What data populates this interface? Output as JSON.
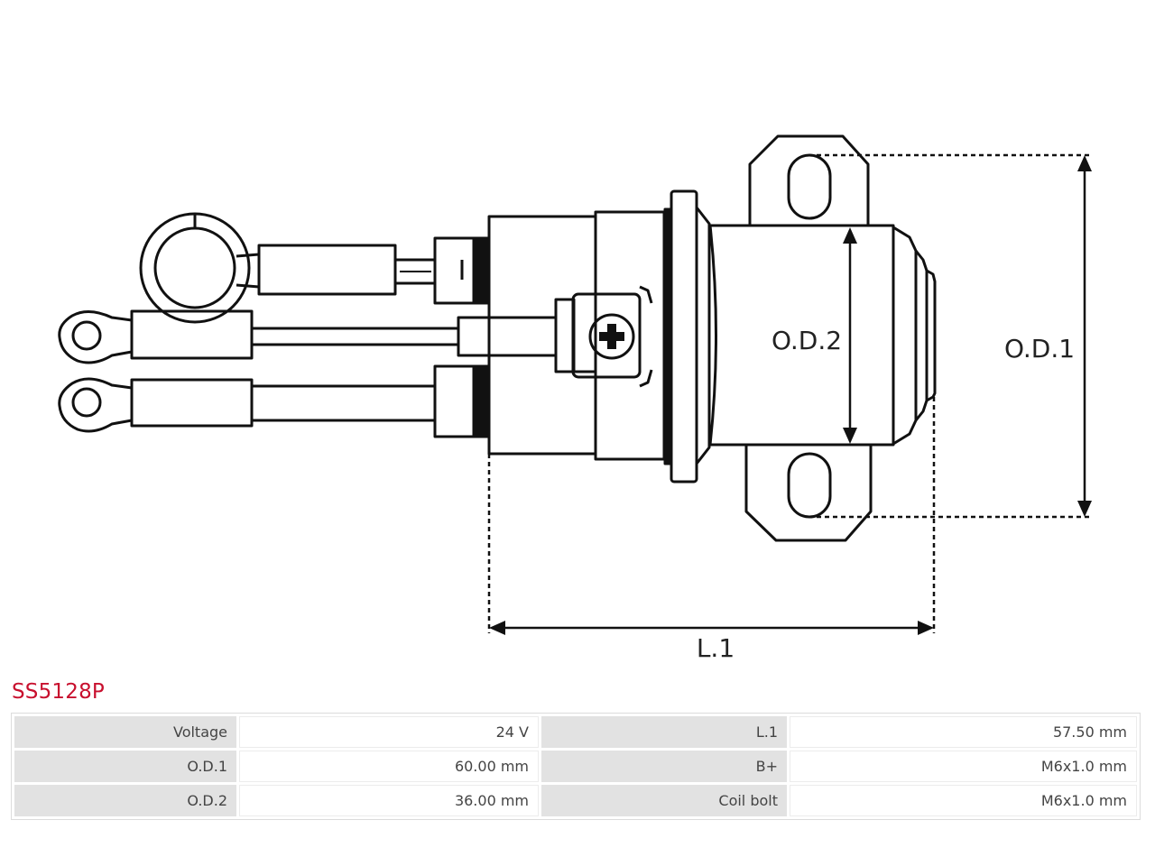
{
  "diagram": {
    "labels": {
      "od2": "O.D.2",
      "od1": "O.D.1",
      "l1": "L.1"
    }
  },
  "product": {
    "code": "SS5128P"
  },
  "specs": {
    "rows": [
      {
        "label1": "Voltage",
        "value1": "24 V",
        "label2": "L.1",
        "value2": "57.50 mm"
      },
      {
        "label1": "O.D.1",
        "value1": "60.00 mm",
        "label2": "B+",
        "value2": "M6x1.0 mm"
      },
      {
        "label1": "O.D.2",
        "value1": "36.00 mm",
        "label2": "Coil bolt",
        "value2": "M6x1.0 mm"
      }
    ]
  },
  "colors": {
    "title": "#c8102e",
    "line": "#111111",
    "label_cell": "#e2e2e2"
  }
}
